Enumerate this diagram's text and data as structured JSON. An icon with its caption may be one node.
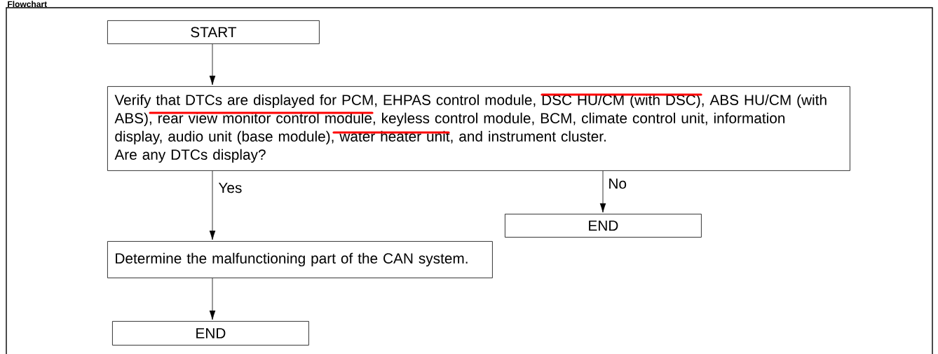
{
  "diagram": {
    "title": "Flowchart",
    "nodes": [
      {
        "text": [
          "START"
        ]
      },
      {
        "text": [
          "Verify that DTCs are displayed for PCM, EHPAS control module, DSC HU/CM (with DSC), ABS HU/CM (with ABS), rear view monitor control module, keyless control module, BCM, climate control unit, information display, audio unit (base module), water heater unit, and instrument cluster.",
          "Are any DTCs display?"
        ]
      },
      {
        "text": [
          "END"
        ]
      },
      {
        "text": [
          "Determine the malfunctioning part of the CAN system."
        ]
      },
      {
        "text": [
          "END"
        ]
      }
    ],
    "edges": [
      {
        "from": 0,
        "to": 1,
        "arrow": "to"
      },
      {
        "from": 1,
        "to": 3,
        "arrow": "to",
        "label": "Yes"
      },
      {
        "from": 1,
        "to": 2,
        "arrow": "to",
        "label": "No"
      },
      {
        "from": 3,
        "to": 4,
        "arrow": "to"
      }
    ]
  }
}
